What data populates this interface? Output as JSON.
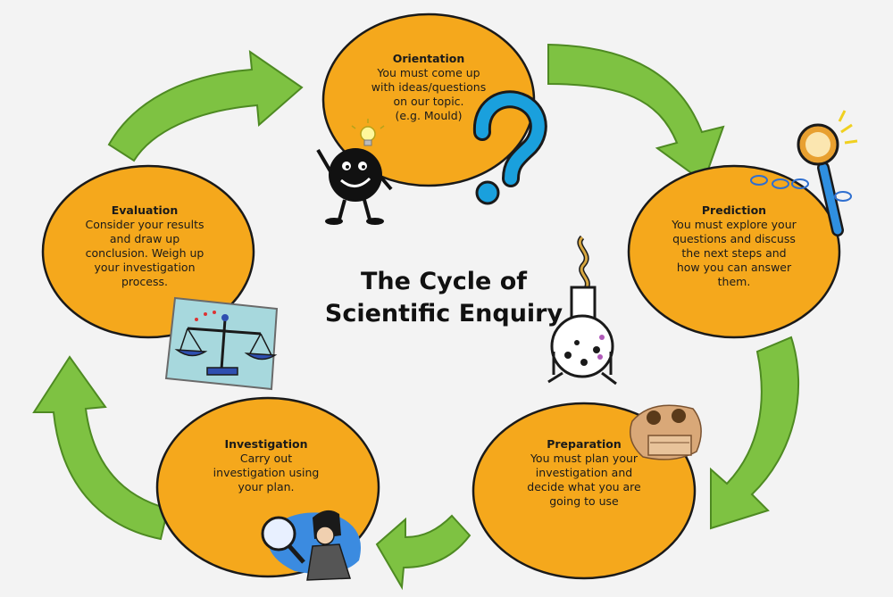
{
  "title": {
    "line1": "The Cycle of",
    "line2": "Scientific Enquiry"
  },
  "stages": [
    {
      "id": "orientation",
      "title": "Orientation",
      "lines": [
        "You must come up",
        "with ideas/questions",
        "on our topic.",
        "(e.g. Mould)"
      ]
    },
    {
      "id": "prediction",
      "title": "Prediction",
      "lines": [
        "You must explore your",
        "questions and discuss",
        "the next steps and",
        "how you can answer",
        "them."
      ]
    },
    {
      "id": "preparation",
      "title": "Preparation",
      "lines": [
        "You must plan your",
        "investigation and",
        "decide what you are",
        "going to use"
      ]
    },
    {
      "id": "investigation",
      "title": "Investigation",
      "lines": [
        "Carry out",
        "investigation using",
        "your plan."
      ]
    },
    {
      "id": "evaluation",
      "title": "Evaluation",
      "lines": [
        "Consider your results",
        "and draw up",
        "conclusion.  Weigh up",
        "your investigation",
        "process."
      ]
    }
  ],
  "colors": {
    "background": "#f3f3f3",
    "ellipse_fill": "#f5a81c",
    "ellipse_stroke": "#1a1a1a",
    "arrow_fill": "#7ec242",
    "arrow_stroke": "#4e8a22",
    "question_mark": "#1aa0dd"
  },
  "icons": [
    "lightbulb-icon",
    "smiley-character-icon",
    "question-mark-icon",
    "magnifying-glass-icon",
    "flask-icon",
    "people-working-icon",
    "detective-icon",
    "scales-icon"
  ]
}
